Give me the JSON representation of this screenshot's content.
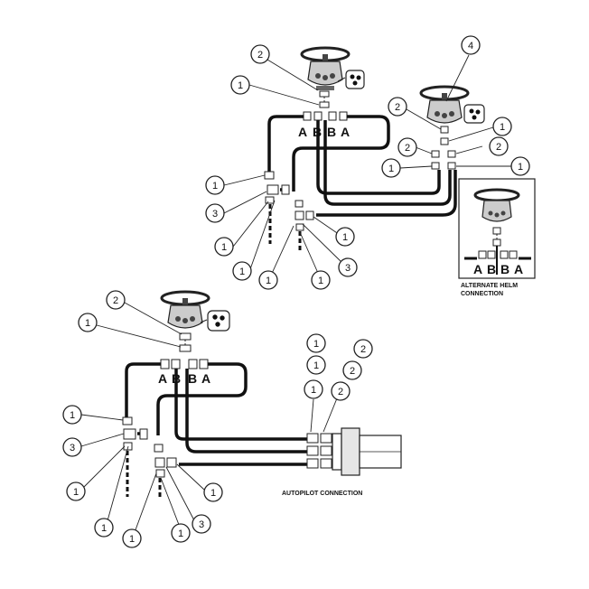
{
  "callouts": {
    "d1_a": "2",
    "d1_b": "1",
    "d1_c": "4",
    "d1_d": "2",
    "d1_e": "1",
    "d1_f": "2",
    "d1_g": "2",
    "d1_h": "1",
    "d1_i": "1",
    "d1_j": "1",
    "d1_k": "3",
    "d1_l": "1",
    "d1_m": "1",
    "d1_n": "1",
    "d1_o": "1",
    "d1_p": "1",
    "d1_q": "3",
    "d2_a": "2",
    "d2_b": "1",
    "d2_c": "1",
    "d2_d": "3",
    "d2_e": "1",
    "d2_f": "1",
    "d2_g": "1",
    "d2_h": "1",
    "d2_i": "3",
    "d2_j": "1",
    "d2_k": "1",
    "d2_l": "1",
    "d2_m": "1",
    "d2_n": "2",
    "d2_o": "2",
    "d2_p": "2"
  },
  "ports": {
    "a": "A",
    "b": "B"
  },
  "captions": {
    "alt_helm_1": "ALTERNATE HELM",
    "alt_helm_2": "CONNECTION",
    "autopilot": "AUTOPILOT CONNECTION"
  }
}
